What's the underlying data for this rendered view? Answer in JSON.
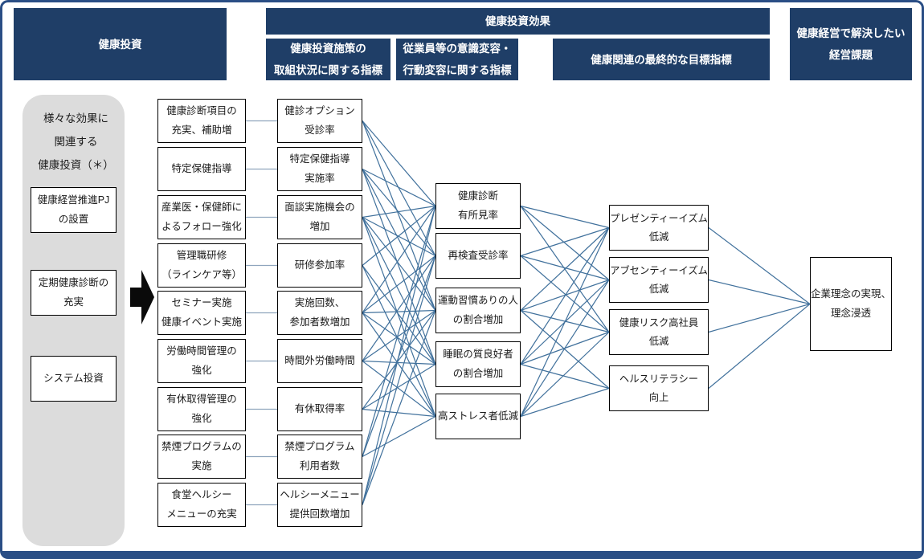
{
  "header": {
    "investment": "健康投資",
    "effect_group": "健康投資効果",
    "effect_sub1": "健康投資施策の\n取組状況に関する指標",
    "effect_sub2": "従業員等の意識変容・\n行動変容に関する指標",
    "effect_sub3": "健康関連の最終的な目標指標",
    "management_issues": "健康経営で解決したい\n経営課題"
  },
  "investment_panel": {
    "title": "様々な効果に\n関連する\n健康投資（＊）",
    "items": [
      "健康経営推進PJ\nの設置",
      "定期健康診断の\n充実",
      "システム投資"
    ]
  },
  "activities": [
    "健康診断項目の\n充実、補助増",
    "特定保健指導",
    "産業医・保健師に\nよるフォロー強化",
    "管理職研修\n（ラインケア等）",
    "セミナー実施\n健康イベント実施",
    "労働時間管理の\n強化",
    "有休取得管理の\n強化",
    "禁煙プログラムの\n実施",
    "食堂ヘルシー\nメニューの充実"
  ],
  "activity_indicators": [
    "健診オプション\n受診率",
    "特定保健指導\n実施率",
    "面談実施機会の\n増加",
    "研修参加率",
    "実施回数、\n参加者数増加",
    "時間外労働時間",
    "有休取得率",
    "禁煙プログラム\n利用者数",
    "ヘルシーメニュー\n提供回数増加"
  ],
  "behavior_indicators": [
    "健康診断\n有所見率",
    "再検査受診率",
    "運動習慣ありの人\nの割合増加",
    "睡眠の質良好者\nの割合増加",
    "高ストレス者低減"
  ],
  "target_indicators": [
    "プレゼンティーイズム\n低減",
    "アブセンティーイズム\n低減",
    "健康リスク高社員\n低減",
    "ヘルスリテラシー\n向上"
  ],
  "final_goal": "企業理念の実現、\n理念浸透",
  "edges": {
    "c3_c4": [
      [
        0,
        0
      ],
      [
        0,
        1
      ],
      [
        0,
        2
      ],
      [
        1,
        0
      ],
      [
        1,
        1
      ],
      [
        1,
        2
      ],
      [
        1,
        3
      ],
      [
        2,
        0
      ],
      [
        2,
        1
      ],
      [
        2,
        2
      ],
      [
        2,
        3
      ],
      [
        2,
        4
      ],
      [
        3,
        0
      ],
      [
        3,
        3
      ],
      [
        3,
        4
      ],
      [
        4,
        0
      ],
      [
        4,
        1
      ],
      [
        4,
        2
      ],
      [
        4,
        3
      ],
      [
        4,
        4
      ],
      [
        5,
        1
      ],
      [
        5,
        2
      ],
      [
        5,
        3
      ],
      [
        5,
        4
      ],
      [
        6,
        2
      ],
      [
        6,
        3
      ],
      [
        6,
        4
      ],
      [
        7,
        0
      ],
      [
        7,
        1
      ],
      [
        7,
        4
      ],
      [
        8,
        0
      ],
      [
        8,
        1
      ],
      [
        8,
        2
      ]
    ],
    "c4_c5": [
      [
        0,
        0
      ],
      [
        0,
        1
      ],
      [
        0,
        2
      ],
      [
        1,
        0
      ],
      [
        1,
        1
      ],
      [
        1,
        2
      ],
      [
        2,
        0
      ],
      [
        2,
        1
      ],
      [
        2,
        2
      ],
      [
        2,
        3
      ],
      [
        3,
        0
      ],
      [
        3,
        1
      ],
      [
        3,
        2
      ],
      [
        3,
        3
      ],
      [
        4,
        0
      ],
      [
        4,
        1
      ],
      [
        4,
        2
      ],
      [
        4,
        3
      ]
    ],
    "c5_final": [
      0,
      1,
      2,
      3
    ]
  },
  "colors": {
    "header_bg": "#1f3e67",
    "frame_border": "#2a4e85",
    "line": "#41719c",
    "connector": "#8fa5bd",
    "panel_gray": "#dcdcdc",
    "arrow_black": "#0a0a0a"
  }
}
